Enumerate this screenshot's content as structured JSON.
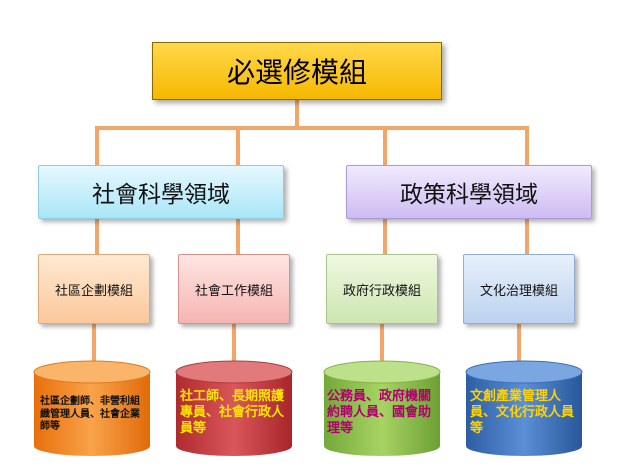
{
  "root": {
    "label": "必選修模組"
  },
  "domains": [
    {
      "label": "社會科學領域"
    },
    {
      "label": "政策科學領域"
    }
  ],
  "modules": [
    {
      "label": "社區企劃模組",
      "career": "社區企劃師、非營利組織管理人員、社會企業師等"
    },
    {
      "label": "社會工作模組",
      "career": "社工師、長期照護專員、社會行政人員等"
    },
    {
      "label": "政府行政模組",
      "career": "公務員、政府機關約聘人員、國會助理等"
    },
    {
      "label": "文化治理模組",
      "career": "文創產業管理人員、文化行政人員等"
    }
  ],
  "colors": {
    "connector": "#f2a66a",
    "cylinder_orange": "#f5891f",
    "cylinder_red": "#c8383c",
    "cylinder_green": "#8cbf4a",
    "cylinder_blue": "#3a6fb7"
  }
}
